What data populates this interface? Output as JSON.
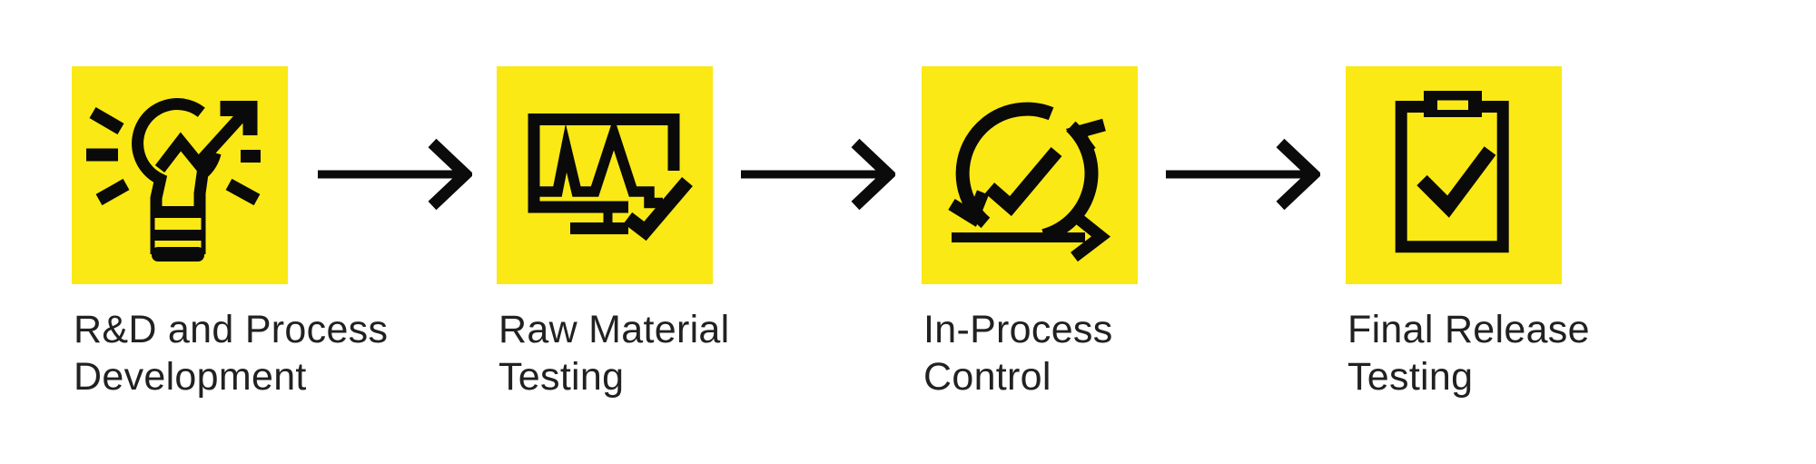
{
  "colors": {
    "bg": "#ffffff",
    "tile": "#FAE914",
    "icon": "#0A0A0A",
    "arrow": "#0B0B0B",
    "text": "#212121"
  },
  "diagram": {
    "type": "horizontal-process-flow",
    "connector": "right-arrow"
  },
  "steps": [
    {
      "icon": "lightbulb-growth-icon",
      "label_line1": "R&D and Process",
      "label_line2": "Development"
    },
    {
      "icon": "monitor-waveform-check-icon",
      "label_line1": "Raw Material",
      "label_line2": "Testing"
    },
    {
      "icon": "iteration-check-icon",
      "label_line1": "In-Process",
      "label_line2": "Control"
    },
    {
      "icon": "clipboard-check-icon",
      "label_line1": "Final Release",
      "label_line2": "Testing"
    }
  ]
}
